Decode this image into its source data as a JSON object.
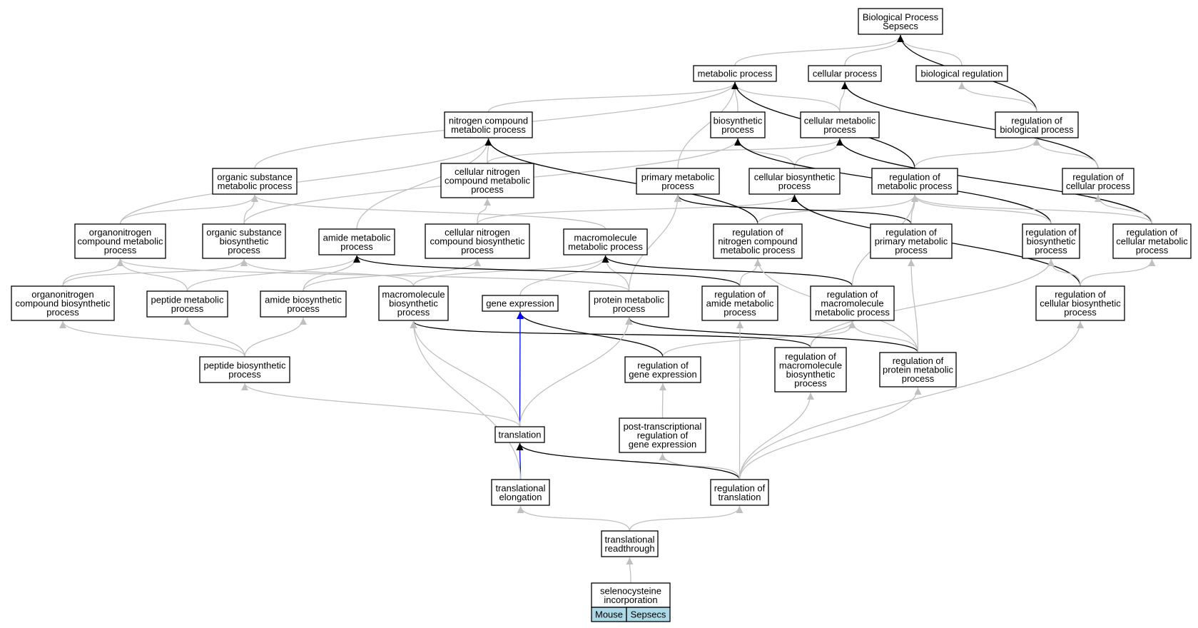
{
  "colors": {
    "is_a": "#c0c0c0",
    "regulates": "#000000",
    "highlight": "#0000ff",
    "tag_fill": "#add8e6"
  },
  "nodes": {
    "root": [
      "Biological Process",
      "Sepsecs"
    ],
    "mp": [
      "metabolic process"
    ],
    "cp": [
      "cellular process"
    ],
    "br": [
      "biological regulation"
    ],
    "ncmp": [
      "nitrogen compound",
      "metabolic process"
    ],
    "bp": [
      "biosynthetic",
      "process"
    ],
    "cmp": [
      "cellular metabolic",
      "process"
    ],
    "rbp": [
      "regulation of",
      "biological process"
    ],
    "osmp": [
      "organic substance",
      "metabolic process"
    ],
    "cncmp": [
      "cellular nitrogen",
      "compound metabolic",
      "process"
    ],
    "pmp": [
      "primary metabolic",
      "process"
    ],
    "cbp": [
      "cellular biosynthetic",
      "process"
    ],
    "rmp": [
      "regulation of",
      "metabolic process"
    ],
    "rcp": [
      "regulation of",
      "cellular process"
    ],
    "oncmp": [
      "organonitrogen",
      "compound metabolic",
      "process"
    ],
    "osbp": [
      "organic substance",
      "biosynthetic",
      "process"
    ],
    "amp": [
      "amide metabolic",
      "process"
    ],
    "cncbp": [
      "cellular nitrogen",
      "compound biosynthetic",
      "process"
    ],
    "mmp": [
      "macromolecule",
      "metabolic process"
    ],
    "rncmp": [
      "regulation of",
      "nitrogen compound",
      "metabolic process"
    ],
    "rpmp": [
      "regulation of",
      "primary metabolic",
      "process"
    ],
    "rbsp": [
      "regulation of",
      "biosynthetic",
      "process"
    ],
    "rcmp": [
      "regulation of",
      "cellular metabolic",
      "process"
    ],
    "oncbp": [
      "organonitrogen",
      "compound biosynthetic",
      "process"
    ],
    "pepmp": [
      "peptide metabolic",
      "process"
    ],
    "abp": [
      "amide biosynthetic",
      "process"
    ],
    "mbp": [
      "macromolecule",
      "biosynthetic",
      "process"
    ],
    "ge": [
      "gene expression"
    ],
    "prmp": [
      "protein metabolic",
      "process"
    ],
    "ramp": [
      "regulation of",
      "amide metabolic",
      "process"
    ],
    "rmmp": [
      "regulation of",
      "macromolecule",
      "metabolic process"
    ],
    "rcbp": [
      "regulation of",
      "cellular biosynthetic",
      "process"
    ],
    "pbp": [
      "peptide biosynthetic",
      "process"
    ],
    "rge": [
      "regulation of",
      "gene expression"
    ],
    "rmbp": [
      "regulation of",
      "macromolecule",
      "biosynthetic",
      "process"
    ],
    "rprmp": [
      "regulation of",
      "protein metabolic",
      "process"
    ],
    "tr": [
      "translation"
    ],
    "ptrge": [
      "post-transcriptional",
      "regulation of",
      "gene expression"
    ],
    "te": [
      "translational",
      "elongation"
    ],
    "rt": [
      "regulation of",
      "translation"
    ],
    "trt": [
      "translational",
      "readthrough"
    ],
    "sec": [
      "selenocysteine",
      "incorporation"
    ]
  },
  "tags": [
    "Mouse",
    "Sepsecs"
  ],
  "edges": [
    [
      "mp",
      "root",
      "is_a"
    ],
    [
      "cp",
      "root",
      "is_a"
    ],
    [
      "br",
      "root",
      "is_a"
    ],
    [
      "rbp",
      "root",
      "regulates"
    ],
    [
      "ncmp",
      "mp",
      "is_a"
    ],
    [
      "bp",
      "mp",
      "is_a"
    ],
    [
      "cmp",
      "mp",
      "is_a"
    ],
    [
      "cmp",
      "cp",
      "is_a"
    ],
    [
      "rbp",
      "br",
      "is_a"
    ],
    [
      "osmp",
      "mp",
      "is_a"
    ],
    [
      "pmp",
      "mp",
      "is_a"
    ],
    [
      "rmp",
      "mp",
      "regulates"
    ],
    [
      "rcp",
      "cp",
      "regulates"
    ],
    [
      "rcp",
      "rbp",
      "is_a"
    ],
    [
      "rmp",
      "rbp",
      "is_a"
    ],
    [
      "cncmp",
      "ncmp",
      "is_a"
    ],
    [
      "cncmp",
      "cmp",
      "is_a"
    ],
    [
      "cbp",
      "bp",
      "is_a"
    ],
    [
      "cbp",
      "cmp",
      "is_a"
    ],
    [
      "oncmp",
      "ncmp",
      "is_a"
    ],
    [
      "oncmp",
      "osmp",
      "is_a"
    ],
    [
      "osbp",
      "osmp",
      "is_a"
    ],
    [
      "osbp",
      "bp",
      "is_a"
    ],
    [
      "amp",
      "ncmp",
      "is_a"
    ],
    [
      "cncbp",
      "cncmp",
      "is_a"
    ],
    [
      "cncbp",
      "cbp",
      "is_a"
    ],
    [
      "mmp",
      "osmp",
      "is_a"
    ],
    [
      "rncmp",
      "ncmp",
      "regulates"
    ],
    [
      "rncmp",
      "rmp",
      "is_a"
    ],
    [
      "rpmp",
      "pmp",
      "regulates"
    ],
    [
      "rpmp",
      "rmp",
      "is_a"
    ],
    [
      "rbsp",
      "bp",
      "regulates"
    ],
    [
      "rbsp",
      "rmp",
      "is_a"
    ],
    [
      "rcmp",
      "cmp",
      "regulates"
    ],
    [
      "rcmp",
      "rmp",
      "is_a"
    ],
    [
      "rcmp",
      "rcp",
      "is_a"
    ],
    [
      "oncbp",
      "oncmp",
      "is_a"
    ],
    [
      "oncbp",
      "osbp",
      "is_a"
    ],
    [
      "pepmp",
      "oncmp",
      "is_a"
    ],
    [
      "pepmp",
      "amp",
      "is_a"
    ],
    [
      "abp",
      "amp",
      "is_a"
    ],
    [
      "abp",
      "cncbp",
      "is_a"
    ],
    [
      "mbp",
      "osbp",
      "is_a"
    ],
    [
      "mbp",
      "mmp",
      "is_a"
    ],
    [
      "ge",
      "mmp",
      "is_a"
    ],
    [
      "prmp",
      "mmp",
      "is_a"
    ],
    [
      "prmp",
      "pmp",
      "is_a"
    ],
    [
      "prmp",
      "oncmp",
      "is_a"
    ],
    [
      "ramp",
      "amp",
      "regulates"
    ],
    [
      "ramp",
      "rncmp",
      "is_a"
    ],
    [
      "rmmp",
      "mmp",
      "regulates"
    ],
    [
      "rmmp",
      "rmp",
      "is_a"
    ],
    [
      "rcbp",
      "cbp",
      "regulates"
    ],
    [
      "rcbp",
      "rbsp",
      "is_a"
    ],
    [
      "rcbp",
      "rcmp",
      "is_a"
    ],
    [
      "pbp",
      "pepmp",
      "is_a"
    ],
    [
      "pbp",
      "abp",
      "is_a"
    ],
    [
      "pbp",
      "oncbp",
      "is_a"
    ],
    [
      "rge",
      "ge",
      "regulates"
    ],
    [
      "rge",
      "rmmp",
      "is_a"
    ],
    [
      "rmbp",
      "mbp",
      "regulates"
    ],
    [
      "rmbp",
      "rmmp",
      "is_a"
    ],
    [
      "rmbp",
      "rbsp",
      "is_a"
    ],
    [
      "rprmp",
      "prmp",
      "regulates"
    ],
    [
      "rprmp",
      "rmmp",
      "is_a"
    ],
    [
      "rprmp",
      "rpmp",
      "is_a"
    ],
    [
      "rprmp",
      "rncmp",
      "is_a"
    ],
    [
      "tr",
      "ge",
      "highlight"
    ],
    [
      "tr",
      "pbp",
      "is_a"
    ],
    [
      "tr",
      "mbp",
      "is_a"
    ],
    [
      "tr",
      "prmp",
      "is_a"
    ],
    [
      "ptrge",
      "rge",
      "is_a"
    ],
    [
      "te",
      "tr",
      "highlight"
    ],
    [
      "te",
      "mbp",
      "is_a"
    ],
    [
      "rt",
      "tr",
      "regulates"
    ],
    [
      "rt",
      "ptrge",
      "is_a"
    ],
    [
      "rt",
      "ramp",
      "is_a"
    ],
    [
      "rt",
      "rmbp",
      "is_a"
    ],
    [
      "rt",
      "rprmp",
      "is_a"
    ],
    [
      "rt",
      "rcbp",
      "is_a"
    ],
    [
      "trt",
      "te",
      "is_a"
    ],
    [
      "trt",
      "rt",
      "is_a"
    ],
    [
      "sec",
      "trt",
      "is_a"
    ]
  ]
}
